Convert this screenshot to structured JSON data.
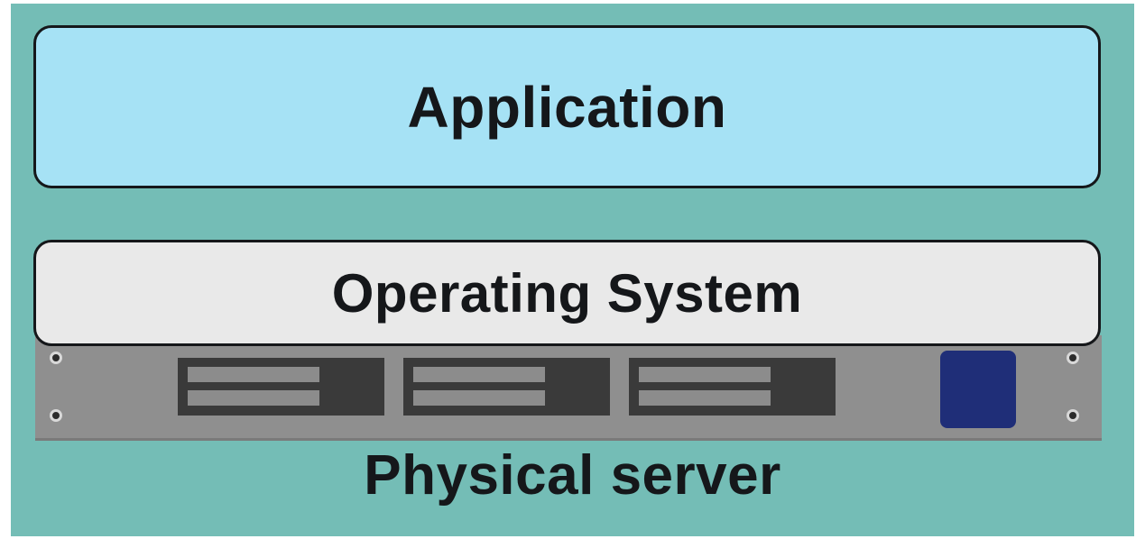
{
  "diagram": {
    "layers": [
      {
        "label": "Application"
      },
      {
        "label": "Operating System"
      }
    ],
    "server": {
      "label": "Physical server",
      "drive_bays": 3,
      "slots_per_bay": 2
    }
  },
  "colors": {
    "background": "#74bdb6",
    "application_fill": "#a6e2f5",
    "os_fill": "#e9e9e9",
    "server_chassis": "#8f8f8f",
    "drive_bay": "#3a3a3a",
    "power_button": "#1f2e78",
    "text": "#15171a"
  }
}
